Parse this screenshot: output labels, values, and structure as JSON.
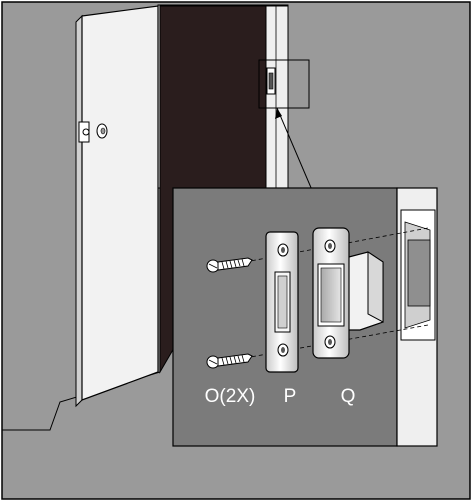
{
  "labels": {
    "screws": "O(2X)",
    "strike_plate": "P",
    "strike_box": "Q"
  },
  "colors": {
    "background": "#9a9a9a",
    "door": "#f2f2f2",
    "doorway_opening": "#2a1d1d",
    "inset_panel": "#7b7b7b",
    "outline": "#000000",
    "label_text": "#ffffff"
  }
}
